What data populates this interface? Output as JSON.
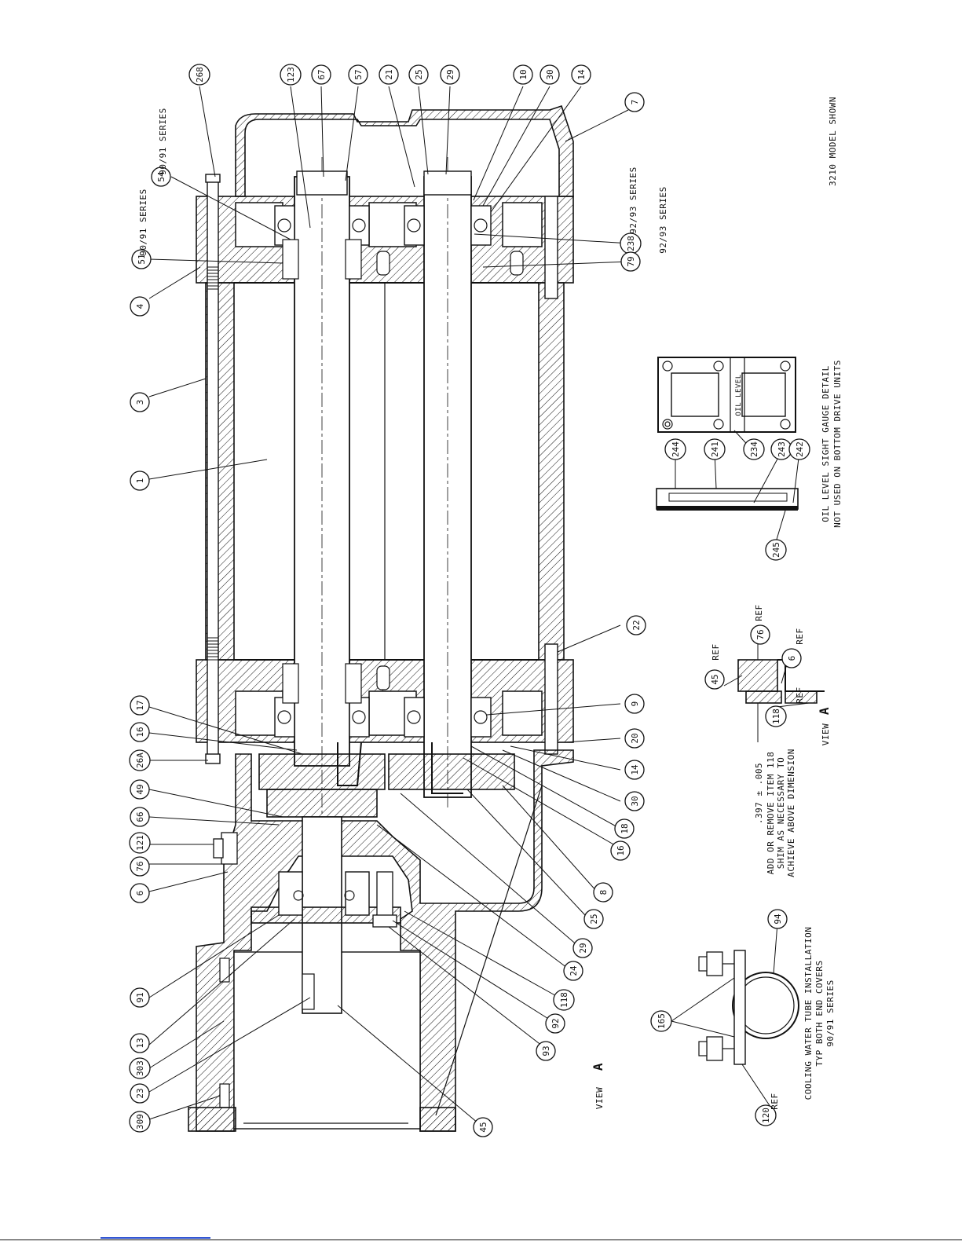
{
  "balloons": [
    {
      "id": "b-268",
      "label": "268"
    },
    {
      "id": "b-123",
      "label": "123"
    },
    {
      "id": "b-67",
      "label": "67"
    },
    {
      "id": "b-57",
      "label": "57"
    },
    {
      "id": "b-21",
      "label": "21"
    },
    {
      "id": "b-25a",
      "label": "25"
    },
    {
      "id": "b-29a",
      "label": "29"
    },
    {
      "id": "b-10",
      "label": "10"
    },
    {
      "id": "b-30a",
      "label": "30"
    },
    {
      "id": "b-14a",
      "label": "14"
    },
    {
      "id": "b-7",
      "label": "7"
    },
    {
      "id": "b-54",
      "label": "54"
    },
    {
      "id": "b-51",
      "label": "51"
    },
    {
      "id": "b-4",
      "label": "4"
    },
    {
      "id": "b-3",
      "label": "3"
    },
    {
      "id": "b-1",
      "label": "1"
    },
    {
      "id": "b-238",
      "label": "238"
    },
    {
      "id": "b-79",
      "label": "79"
    },
    {
      "id": "b-22",
      "label": "22"
    },
    {
      "id": "b-9",
      "label": "9"
    },
    {
      "id": "b-20",
      "label": "20"
    },
    {
      "id": "b-14b",
      "label": "14"
    },
    {
      "id": "b-30b",
      "label": "30"
    },
    {
      "id": "b-18",
      "label": "18"
    },
    {
      "id": "b-16b",
      "label": "16"
    },
    {
      "id": "b-8",
      "label": "8"
    },
    {
      "id": "b-25b",
      "label": "25"
    },
    {
      "id": "b-29b",
      "label": "29"
    },
    {
      "id": "b-24",
      "label": "24"
    },
    {
      "id": "b-118a",
      "label": "118"
    },
    {
      "id": "b-92",
      "label": "92"
    },
    {
      "id": "b-93",
      "label": "93"
    },
    {
      "id": "b-45a",
      "label": "45"
    },
    {
      "id": "b-17",
      "label": "17"
    },
    {
      "id": "b-16a",
      "label": "16"
    },
    {
      "id": "b-26A",
      "label": "26A"
    },
    {
      "id": "b-49",
      "label": "49"
    },
    {
      "id": "b-66",
      "label": "66"
    },
    {
      "id": "b-121",
      "label": "121"
    },
    {
      "id": "b-76a",
      "label": "76"
    },
    {
      "id": "b-6a",
      "label": "6"
    },
    {
      "id": "b-91",
      "label": "91"
    },
    {
      "id": "b-13",
      "label": "13"
    },
    {
      "id": "b-303",
      "label": "303"
    },
    {
      "id": "b-23",
      "label": "23"
    },
    {
      "id": "b-309",
      "label": "309"
    },
    {
      "id": "b-244",
      "label": "244"
    },
    {
      "id": "b-241",
      "label": "241"
    },
    {
      "id": "b-234",
      "label": "234"
    },
    {
      "id": "b-243",
      "label": "243"
    },
    {
      "id": "b-242",
      "label": "242"
    },
    {
      "id": "b-245",
      "label": "245"
    },
    {
      "id": "b-45b",
      "label": "45"
    },
    {
      "id": "b-76b",
      "label": "76"
    },
    {
      "id": "b-6b",
      "label": "6"
    },
    {
      "id": "b-118b",
      "label": "118"
    },
    {
      "id": "b-165",
      "label": "165"
    },
    {
      "id": "b-94",
      "label": "94"
    },
    {
      "id": "b-120",
      "label": "120"
    }
  ],
  "notes": {
    "model_shown": "3210 MODEL SHOWN",
    "series_9091_a": "90/91 SERIES",
    "series_9091_b": "90/91 SERIES",
    "series_9293_a": "92/93 SERIES",
    "series_9293_b": "92/93 SERIES",
    "oil_level": "OIL LEVEL",
    "sight_gauge_1": "OIL LEVEL SIGHT GAUGE DETAIL",
    "sight_gauge_2": "NOT USED ON BOTTOM DRIVE UNITS",
    "dim_value": ".397 ± .005",
    "shim_1": "ADD OR REMOVE ITEM 118",
    "shim_2": "SHIM AS NECESSARY TO",
    "shim_3": "ACHIEVE ABOVE DIMENSION",
    "ref_45": "REF",
    "ref_76": "REF",
    "ref_6": "REF",
    "ref_118": "REF",
    "ref_120": "REF",
    "view_a_1": "VIEW",
    "view_a_2": "VIEW",
    "cooling_1": "COOLING WATER TUBE INSTALLATION",
    "cooling_2": "TYP BOTH END COVERS",
    "cooling_3": "90/91 SERIES"
  }
}
